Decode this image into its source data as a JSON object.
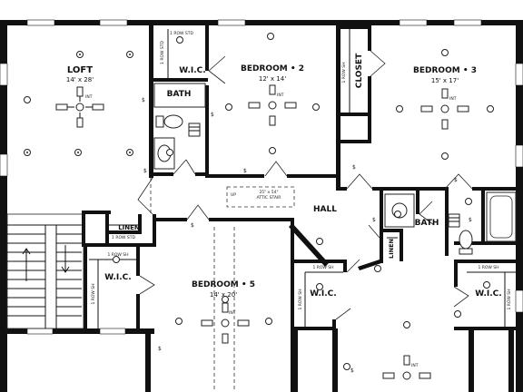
{
  "rooms": {
    "loft": {
      "name": "LOFT",
      "dims": "14' x 28'"
    },
    "bedroom2": {
      "name": "BEDROOM • 2",
      "dims": "12' x 14'"
    },
    "bedroom3": {
      "name": "BEDROOM • 3",
      "dims": "15' x 17'"
    },
    "bedroom5": {
      "name": "BEDROOM • 5",
      "dims": "14' x 20'"
    },
    "wic_top": {
      "name": "W.I.C."
    },
    "bath_top": {
      "name": "BATH"
    },
    "closet": {
      "name": "CLOSET"
    },
    "hall": {
      "name": "HALL"
    },
    "bath_right": {
      "name": "BATH"
    },
    "linen_left": {
      "name": "LINEN"
    },
    "linen_right": {
      "name": "LINEN"
    },
    "wic_left": {
      "name": "W.I.C."
    },
    "wic_mid": {
      "name": "W.I.C."
    },
    "wic_right": {
      "name": "W.I.C."
    }
  },
  "notes": {
    "attic_stair_size": "25\" x 54\"",
    "attic_stair_label": "ATTIC STAIR",
    "shelf_row_std": "1 ROW STD",
    "shelf_row_sh": "1 ROW SH",
    "linen_std": "1 ROW STD",
    "fixture_int": "INT",
    "fixture_up": "UP"
  },
  "symbols": {
    "fan_icon": "ceiling-fan-icon",
    "light_icon": "ceiling-light-icon",
    "switch_icon": "switch-icon"
  }
}
